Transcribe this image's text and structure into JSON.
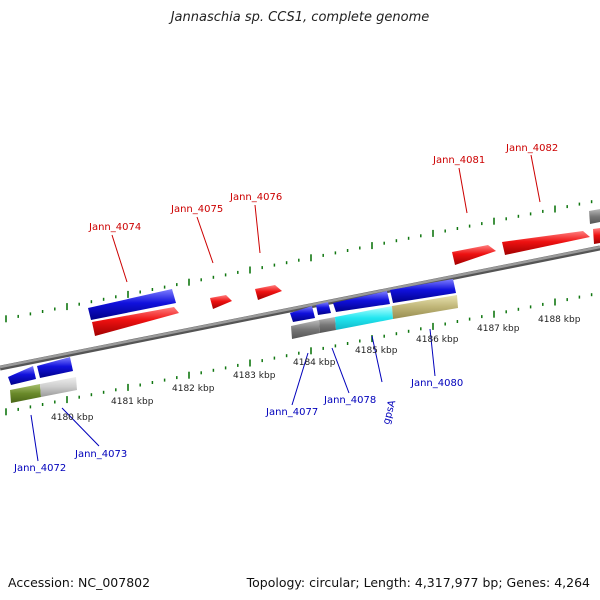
{
  "header": {
    "title": "Jannaschia sp. CCS1, complete genome"
  },
  "footer": {
    "accession": "Accession: NC_007802",
    "summary": "Topology: circular; Length: 4,317,977 bp; Genes: 4,264"
  },
  "scale_labels": [
    "4180 kbp",
    "4181 kbp",
    "4182 kbp",
    "4183 kbp",
    "4184 kbp",
    "4185 kbp",
    "4186 kbp",
    "4187 kbp",
    "4188 kbp"
  ],
  "forward_gene_labels": [
    "Jann_4074",
    "Jann_4075",
    "Jann_4076",
    "Jann_4081",
    "Jann_4082"
  ],
  "reverse_gene_labels": [
    "Jann_4072",
    "Jann_4073",
    "Jann_4077",
    "Jann_4078",
    "gpsA",
    "Jann_4080"
  ],
  "colors": {
    "forward_cds": "#ee1111",
    "reverse_cds": "#1111dd",
    "forward_label": "#cc0000",
    "reverse_label": "#0000bb",
    "backbone": "#8a8a8a",
    "tick": "#117711",
    "highlight": "#22e6f0",
    "olive": "#bfb577",
    "green_feature": "#6a8a2a",
    "gray_feature": "#777777"
  }
}
